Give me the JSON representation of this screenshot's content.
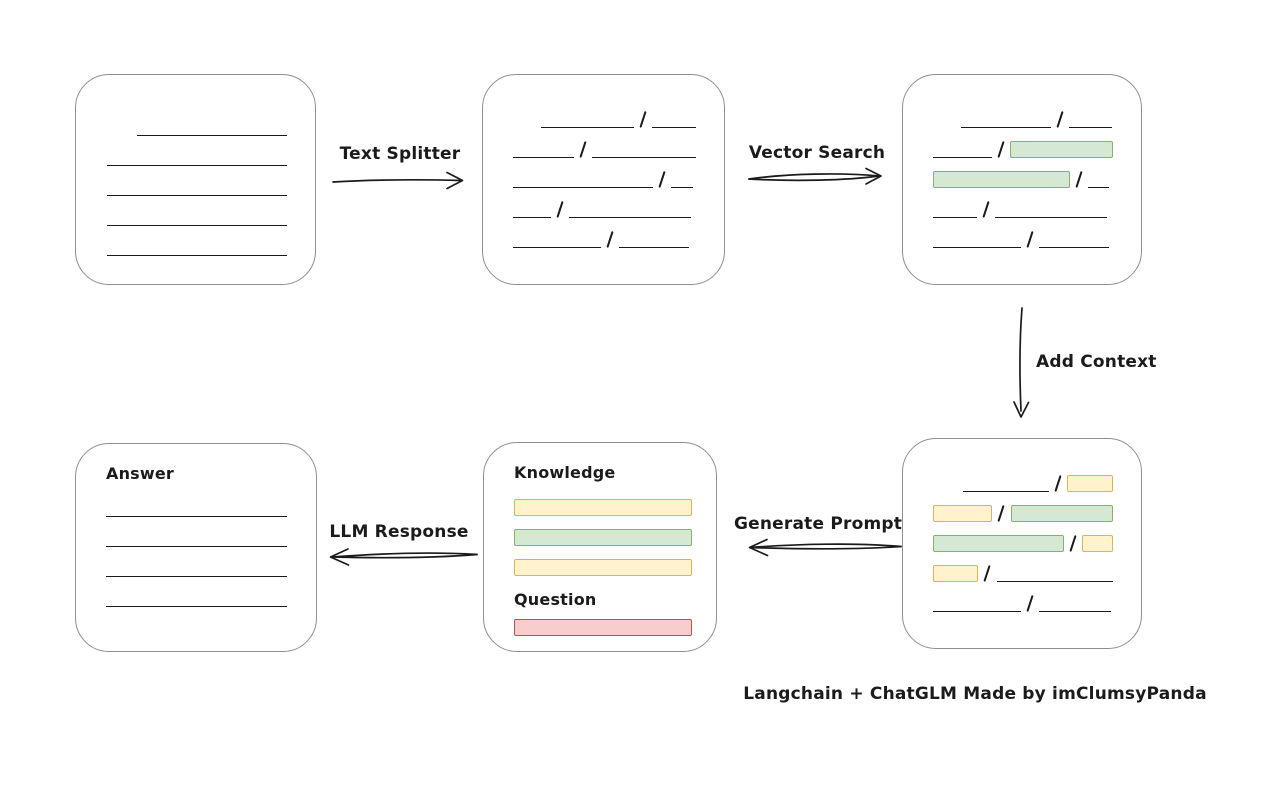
{
  "caption": "Langchain + ChatGLM Made by imClumsyPanda",
  "colors": {
    "background": "#ffffff",
    "box_border": "#8f8f8f",
    "stroke": "#1b1b1b",
    "green_fill": "#d5e8d4",
    "green_border": "#82b366",
    "yellow_fill": "#fff2cc",
    "yellow_border": "#d6b656",
    "red_fill": "#f8cecc",
    "red_border": "#b85450"
  },
  "labels": {
    "text_splitter": "Text Splitter",
    "vector_search": "Vector Search",
    "add_context": "Add Context",
    "generate_prompt": "Generate Prompt",
    "llm_response": "LLM Response"
  },
  "nodes": {
    "source_document": {
      "rows": [
        {
          "indent": 30,
          "segments": [
            {
              "type": "line",
              "w": 151
            }
          ]
        },
        {
          "segments": [
            {
              "type": "line",
              "w": 181
            }
          ]
        },
        {
          "segments": [
            {
              "type": "line",
              "w": 181
            }
          ]
        },
        {
          "segments": [
            {
              "type": "line",
              "w": 181
            }
          ]
        },
        {
          "segments": [
            {
              "type": "line",
              "w": 181
            }
          ]
        }
      ]
    },
    "split_document": {
      "rows": [
        {
          "indent": 28,
          "segments": [
            {
              "type": "line",
              "w": 93
            },
            {
              "type": "slash"
            },
            {
              "type": "line",
              "w": 44
            }
          ]
        },
        {
          "segments": [
            {
              "type": "line",
              "w": 62
            },
            {
              "type": "slash"
            },
            {
              "type": "line",
              "w": 105
            }
          ]
        },
        {
          "segments": [
            {
              "type": "line",
              "w": 140
            },
            {
              "type": "slash"
            },
            {
              "type": "line",
              "w": 22
            }
          ]
        },
        {
          "segments": [
            {
              "type": "line",
              "w": 38
            },
            {
              "type": "slash"
            },
            {
              "type": "line",
              "w": 122
            }
          ]
        },
        {
          "segments": [
            {
              "type": "line",
              "w": 88
            },
            {
              "type": "slash"
            },
            {
              "type": "line",
              "w": 70
            }
          ]
        }
      ]
    },
    "vector_matched_document": {
      "rows": [
        {
          "indent": 28,
          "segments": [
            {
              "type": "line",
              "w": 90
            },
            {
              "type": "slash"
            },
            {
              "type": "line",
              "w": 43
            }
          ]
        },
        {
          "segments": [
            {
              "type": "line",
              "w": 61
            },
            {
              "type": "slash"
            },
            {
              "type": "bar-green",
              "w": 107
            }
          ]
        },
        {
          "segments": [
            {
              "type": "bar-green",
              "w": 137
            },
            {
              "type": "slash"
            },
            {
              "type": "line",
              "w": 21
            }
          ]
        },
        {
          "segments": [
            {
              "type": "line",
              "w": 44
            },
            {
              "type": "slash"
            },
            {
              "type": "line",
              "w": 112
            }
          ]
        },
        {
          "segments": [
            {
              "type": "line",
              "w": 88
            },
            {
              "type": "slash"
            },
            {
              "type": "line",
              "w": 70
            }
          ]
        }
      ]
    },
    "context_document": {
      "rows": [
        {
          "indent": 30,
          "segments": [
            {
              "type": "line",
              "w": 91
            },
            {
              "type": "slash"
            },
            {
              "type": "bar-yellow",
              "w": 48
            }
          ]
        },
        {
          "segments": [
            {
              "type": "bar-yellow",
              "w": 62
            },
            {
              "type": "slash"
            },
            {
              "type": "bar-green",
              "w": 107
            }
          ]
        },
        {
          "segments": [
            {
              "type": "bar-green",
              "w": 137
            },
            {
              "type": "slash"
            },
            {
              "type": "bar-yellow",
              "w": 32
            }
          ]
        },
        {
          "segments": [
            {
              "type": "bar-yellow",
              "w": 46
            },
            {
              "type": "slash"
            },
            {
              "type": "line",
              "w": 118
            }
          ]
        },
        {
          "segments": [
            {
              "type": "line",
              "w": 88
            },
            {
              "type": "slash"
            },
            {
              "type": "line",
              "w": 72
            }
          ]
        }
      ]
    },
    "prompt": {
      "knowledge_label": "Knowledge",
      "question_label": "Question",
      "knowledge_rows": [
        {
          "segments": [
            {
              "type": "bar-yellow",
              "w": 183
            }
          ]
        },
        {
          "segments": [
            {
              "type": "bar-green",
              "w": 183
            }
          ]
        },
        {
          "segments": [
            {
              "type": "bar-yellow",
              "w": 183
            }
          ]
        }
      ],
      "question_rows": [
        {
          "segments": [
            {
              "type": "bar-red",
              "w": 183
            }
          ]
        }
      ]
    },
    "answer": {
      "label": "Answer",
      "rows": [
        {
          "segments": [
            {
              "type": "line",
              "w": 181
            }
          ]
        },
        {
          "segments": [
            {
              "type": "line",
              "w": 181
            }
          ]
        },
        {
          "segments": [
            {
              "type": "line",
              "w": 181
            }
          ]
        },
        {
          "segments": [
            {
              "type": "line",
              "w": 181
            }
          ]
        }
      ]
    }
  }
}
